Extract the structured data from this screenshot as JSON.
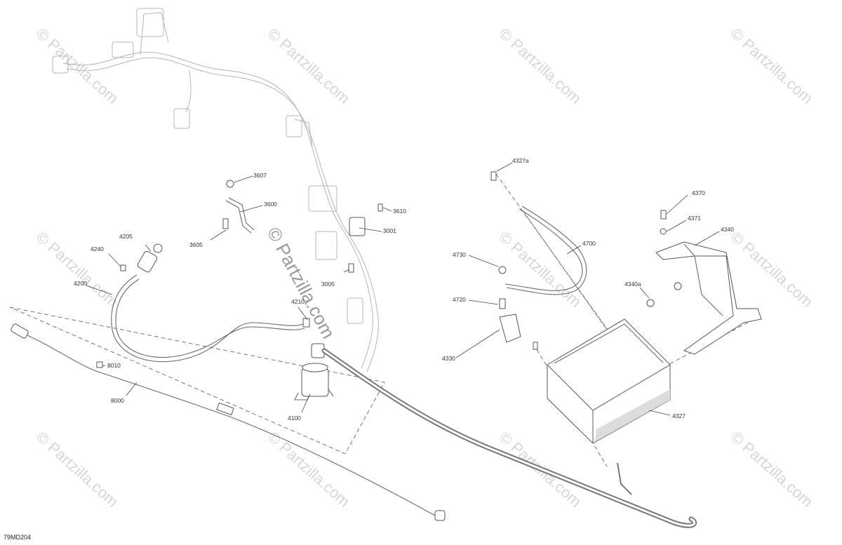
{
  "watermark_text": "© Partzilla.com",
  "reference_code": "79MD204",
  "callouts": {
    "c3607": "3607",
    "c3600": "3600",
    "c3605": "3605",
    "c3610": "3610",
    "c3001": "3001",
    "c3005": "3005",
    "c4205": "4205",
    "c4240": "4240",
    "c4200": "4200",
    "c4210": "4210",
    "c4100": "4100",
    "c8010": "8010",
    "c8000": "8000",
    "c4327a": "4327a",
    "c4700": "4700",
    "c4730": "4730",
    "c4720": "4720",
    "c4330": "4330",
    "c4327": "4327",
    "c4370": "4370",
    "c4371": "4371",
    "c4340": "4340",
    "c4340a": "4340a"
  },
  "icons": {
    "harness": "wiring-harness-icon",
    "battery": "battery-icon",
    "solenoid": "starter-solenoid-icon",
    "bracket": "battery-bracket-icon"
  }
}
